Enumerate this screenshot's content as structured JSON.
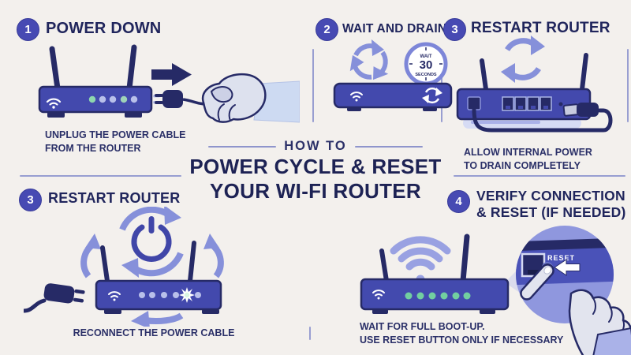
{
  "center_title": {
    "kicker": "HOW TO",
    "line1": "POWER CYCLE & RESET",
    "line2": "YOUR WI-FI ROUTER"
  },
  "steps": {
    "power_down": {
      "badge": "1",
      "title": "POWER DOWN",
      "caption1": "UNPLUG THE POWER CABLE",
      "caption2": "FROM THE ROUTER"
    },
    "wait_drain": {
      "badge": "2",
      "title": "WAIT AND DRAIN"
    },
    "restart_top": {
      "badge": "3",
      "title": "RESTART ROUTER",
      "caption1": "ALLOW INTERNAL POWER",
      "caption2": "TO DRAIN COMPLETELY"
    },
    "restart_bottom": {
      "badge": "3",
      "title": "RESTART ROUTER",
      "caption1": "RECONNECT THE POWER CABLE"
    },
    "verify": {
      "badge": "4",
      "title_line1": "VERIFY CONNECTION",
      "title_line2": "& RESET (IF NEEDED)",
      "caption1": "WAIT FOR FULL BOOT-UP.",
      "caption2": "USE RESET BUTTON ONLY IF NECESSARY"
    }
  },
  "timer": {
    "label_top": "WAIT",
    "value": "30",
    "label_bottom": "SECONDS"
  },
  "reset_inset": {
    "button_label": "RESET"
  },
  "colors": {
    "background": "#f3f0ed",
    "navy_text": "#232862",
    "badge_indigo": "#474ab3",
    "router_blue": "#4349ad",
    "outline_navy": "#262a66",
    "periwinkle": "#8690da",
    "led_green": "#72cfa0",
    "led_lavender": "#b9c0ea"
  }
}
